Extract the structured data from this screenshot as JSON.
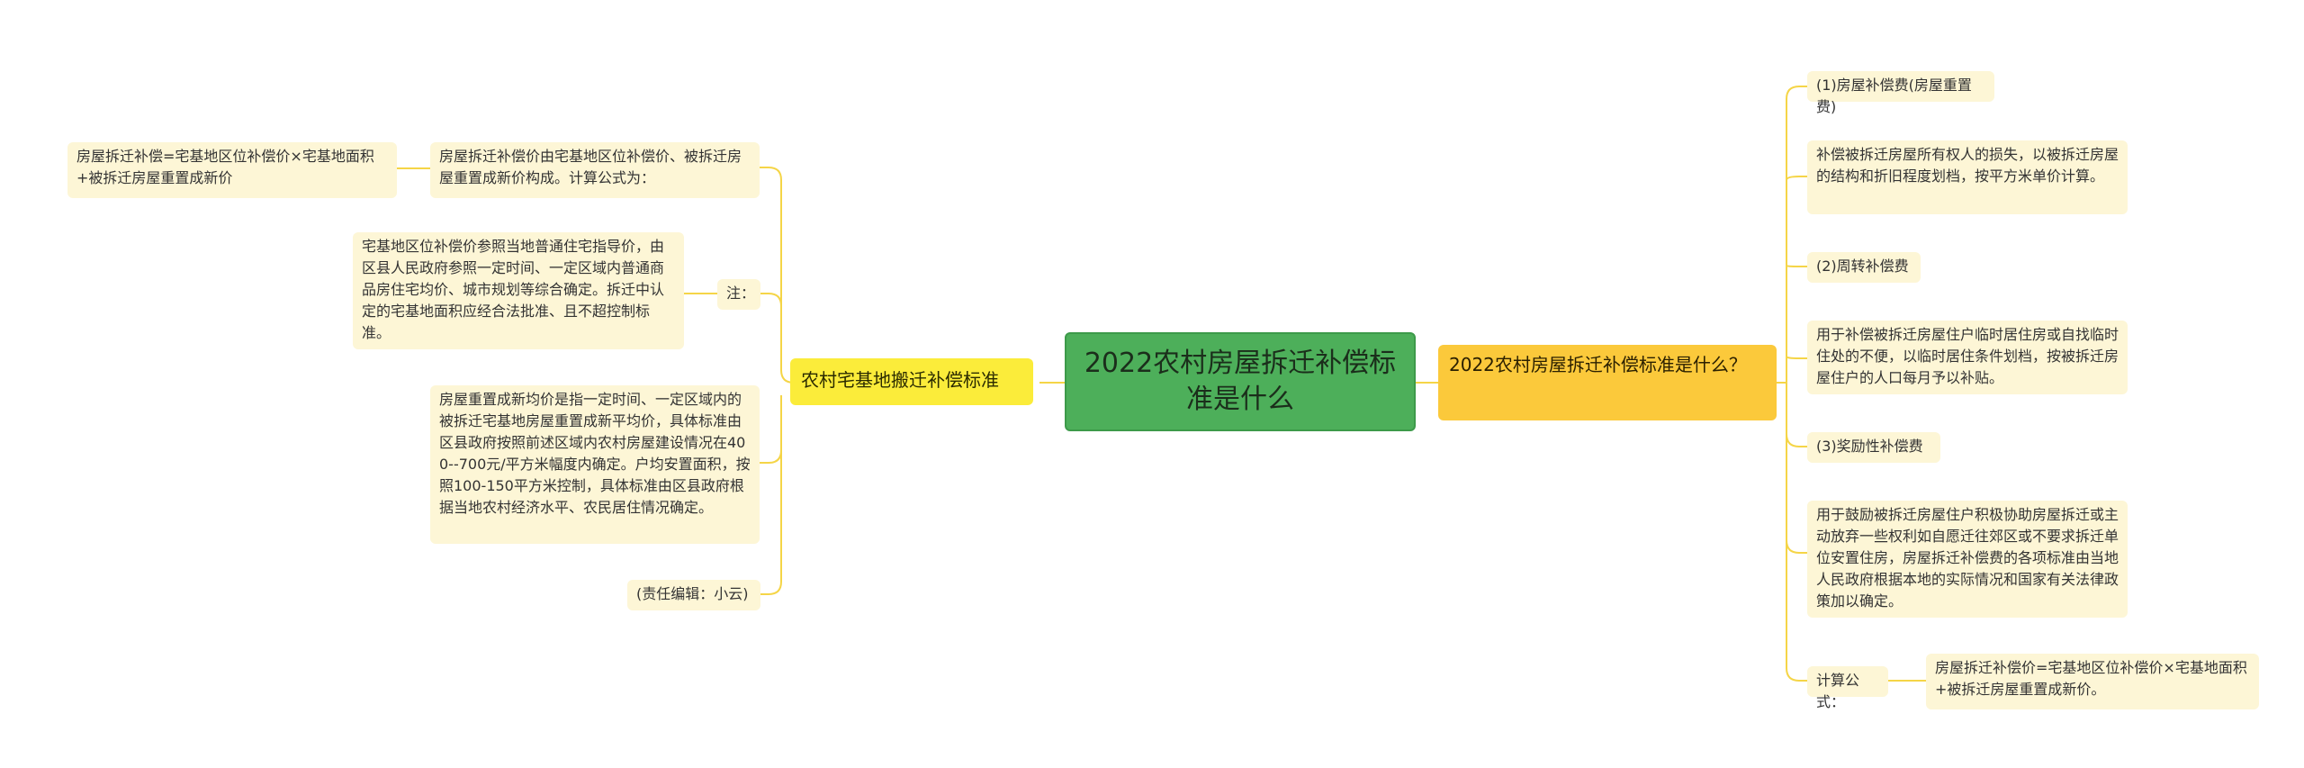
{
  "center": {
    "title": "2022农村房屋拆迁补偿标准是什么"
  },
  "left_branch": {
    "label": "农村宅基地搬迁补偿标准",
    "items": [
      {
        "text": "房屋拆迁补偿价由宅基地区位补偿价、被拆迁房屋重置成新价构成。计算公式为："
      },
      {
        "text": "房屋拆迁补偿=宅基地区位补偿价×宅基地面积+被拆迁房屋重置成新价"
      },
      {
        "text": "注："
      },
      {
        "text": "宅基地区位补偿价参照当地普通住宅指导价，由区县人民政府参照一定时间、一定区域内普通商品房住宅均价、城市规划等综合确定。拆迁中认定的宅基地面积应经合法批准、且不超控制标准。"
      },
      {
        "text": "房屋重置成新均价是指一定时间、一定区域内的被拆迁宅基地房屋重置成新平均价，具体标准由区县政府按照前述区域内农村房屋建设情况在400--700元/平方米幅度内确定。户均安置面积，按照100-150平方米控制，具体标准由区县政府根据当地农村经济水平、农民居住情况确定。"
      },
      {
        "text": "(责任编辑：小云)"
      }
    ]
  },
  "right_branch": {
    "label": "2022农村房屋拆迁补偿标准是什么？",
    "items": [
      {
        "text": "(1)房屋补偿费(房屋重置费)"
      },
      {
        "text": "补偿被拆迁房屋所有权人的损失，以被拆迁房屋的结构和折旧程度划档，按平方米单价计算。"
      },
      {
        "text": "(2)周转补偿费"
      },
      {
        "text": "用于补偿被拆迁房屋住户临时居住房或自找临时住处的不便，以临时居住条件划档，按被拆迁房屋住户的人口每月予以补贴。"
      },
      {
        "text": "(3)奖励性补偿费"
      },
      {
        "text": "用于鼓励被拆迁房屋住户积极协助房屋拆迁或主动放弃一些权利如自愿迁往郊区或不要求拆迁单位安置住房，房屋拆迁补偿费的各项标准由当地人民政府根据本地的实际情况和国家有关法律政策加以确定。"
      },
      {
        "text": "计算公式："
      },
      {
        "text": "房屋拆迁补偿价=宅基地区位补偿价×宅基地面积+被拆迁房屋重置成新价。"
      }
    ]
  },
  "colors": {
    "line": "#f5d547",
    "center": "#4daf5a",
    "left_branch": "#fbec3a",
    "right_branch": "#fbc93b",
    "leaf": "#fdf6d6"
  }
}
